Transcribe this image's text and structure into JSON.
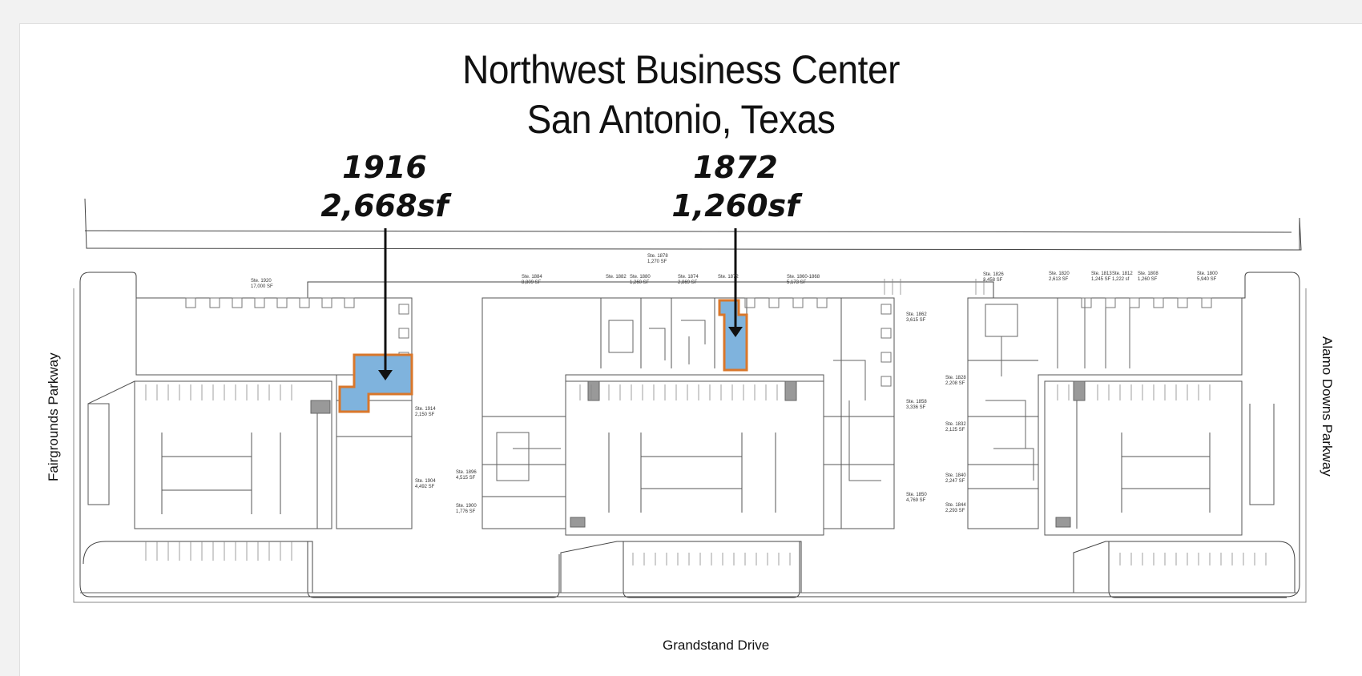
{
  "title_line1": "Northwest Business Center",
  "title_line2": "San Antonio, Texas",
  "callouts": [
    {
      "suite": "1916",
      "area": "2,668sf"
    },
    {
      "suite": "1872",
      "area": "1,260sf"
    }
  ],
  "streets": {
    "west": "Fairgrounds Parkway",
    "east": "Alamo Downs Parkway",
    "south": "Grandstand Drive"
  },
  "highlight_color": "#7fb3dd",
  "highlight_border": "#d9772b",
  "suite_labels": [
    {
      "ste": "Ste. 1920",
      "sf": "17,000 SF"
    },
    {
      "ste": "Ste. 1884",
      "sf": "8,809 SF"
    },
    {
      "ste": "Ste. 1878",
      "sf": "1,270 SF"
    },
    {
      "ste": "Ste. 1882",
      "sf": ""
    },
    {
      "ste": "Ste. 1880",
      "sf": "1,260 SF"
    },
    {
      "ste": "Ste. 1874",
      "sf": "2,869 SF"
    },
    {
      "ste": "Ste. 1872",
      "sf": ""
    },
    {
      "ste": "Ste. 1860-1868",
      "sf": "5,173 SF"
    },
    {
      "ste": "Ste. 1862",
      "sf": "3,615 SF"
    },
    {
      "ste": "Ste. 1914",
      "sf": "2,150 SF"
    },
    {
      "ste": "Ste. 1904",
      "sf": "4,492 SF"
    },
    {
      "ste": "Ste. 1896",
      "sf": "4,515 SF"
    },
    {
      "ste": "Ste. 1900",
      "sf": "1,776 SF"
    },
    {
      "ste": "Ste. 1858",
      "sf": "3,336 SF"
    },
    {
      "ste": "Ste. 1850",
      "sf": "4,769 SF"
    },
    {
      "ste": "Ste. 1826",
      "sf": "3,458 SF"
    },
    {
      "ste": "Ste. 1820",
      "sf": "2,613 SF"
    },
    {
      "ste": "Ste. 1813",
      "sf": "1,245 SF"
    },
    {
      "ste": "Ste. 1812",
      "sf": "1,222 sf"
    },
    {
      "ste": "Ste. 1808",
      "sf": "1,260 SF"
    },
    {
      "ste": "Ste. 1800",
      "sf": "5,940 SF"
    },
    {
      "ste": "Ste. 1828",
      "sf": "2,208 SF"
    },
    {
      "ste": "Ste. 1832",
      "sf": "2,125 SF"
    },
    {
      "ste": "Ste. 1840",
      "sf": "2,247 SF"
    },
    {
      "ste": "Ste. 1844",
      "sf": "2,293 SF"
    }
  ]
}
